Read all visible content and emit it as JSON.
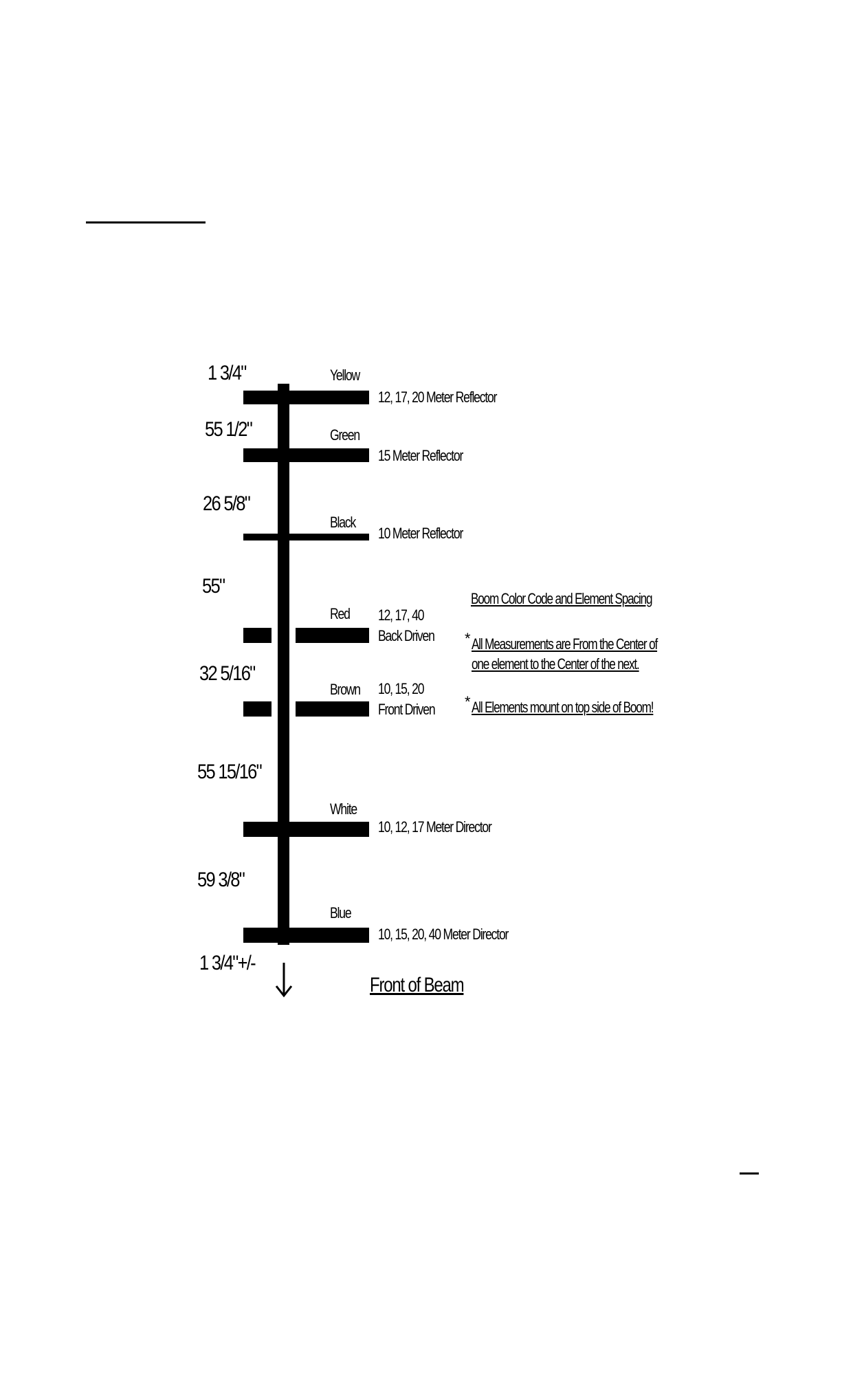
{
  "elements": [
    {
      "id": "yellow",
      "color_name": "Yellow",
      "desc_lines": [
        "12, 17, 20 Meter Reflector"
      ],
      "spacing_label": "1 3/4\""
    },
    {
      "id": "green",
      "color_name": "Green",
      "desc_lines": [
        "15 Meter Reflector"
      ],
      "spacing_label": "55 1/2\""
    },
    {
      "id": "black",
      "color_name": "Black",
      "desc_lines": [
        "10 Meter Reflector"
      ],
      "spacing_label": "26 5/8\""
    },
    {
      "id": "red",
      "color_name": "Red",
      "desc_lines": [
        "12, 17, 40",
        "Back Driven"
      ],
      "spacing_label": "55\""
    },
    {
      "id": "brown",
      "color_name": "Brown",
      "desc_lines": [
        "10, 15, 20",
        "Front Driven"
      ],
      "spacing_label": "32 5/16\""
    },
    {
      "id": "white",
      "color_name": "White",
      "desc_lines": [
        "10, 12, 17 Meter Director"
      ],
      "spacing_label": "55 15/16\""
    },
    {
      "id": "blue",
      "color_name": "Blue",
      "desc_lines": [
        "10, 15, 20, 40 Meter Director"
      ],
      "spacing_label": "59 3/8\""
    }
  ],
  "end_label": "1 3/4\"+/-",
  "front_label": "Front of Beam",
  "notes": {
    "title": "Boom Color Code and Element Spacing",
    "note1_line1": "All Measurements are From the Center of",
    "note1_line2": "one element to the Center of the next.",
    "note2": "All Elements mount on top side of Boom!",
    "star": "*"
  },
  "icons": {
    "arrow": "arrow-down-icon"
  }
}
